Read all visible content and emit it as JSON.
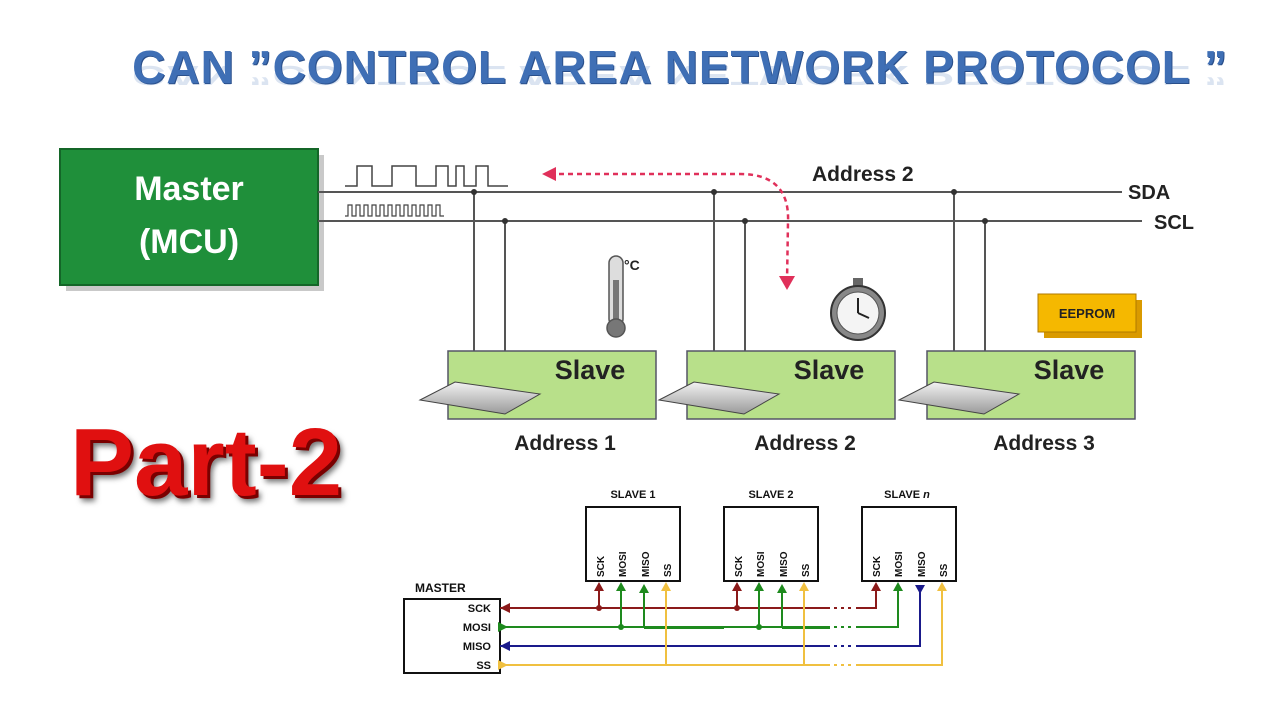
{
  "title": "CAN ”CONTROL AREA NETWORK PROTOCOL ”",
  "part_label": "Part-2",
  "i2c": {
    "master_line1": "Master",
    "master_line2": "(MCU)",
    "bus_labels": [
      "SDA",
      "SCL"
    ],
    "top_address": "Address 2",
    "temp_unit": "°C",
    "eeprom": "EEPROM",
    "slaves": [
      {
        "label": "Slave",
        "address": "Address 1"
      },
      {
        "label": "Slave",
        "address": "Address 2"
      },
      {
        "label": "Slave",
        "address": "Address 3"
      }
    ]
  },
  "spi": {
    "master": "MASTER",
    "master_pins": [
      "SCK",
      "MOSI",
      "MISO",
      "SS"
    ],
    "slaves": [
      {
        "prefix": "SLAVE ",
        "suffix": "1"
      },
      {
        "prefix": "SLAVE ",
        "suffix": "2"
      },
      {
        "prefix": "SLAVE ",
        "suffix": "n"
      }
    ],
    "slave_pins": [
      "SCK",
      "MOSI",
      "MISO",
      "SS"
    ],
    "colors": {
      "SCK": "#8b1a1a",
      "MOSI": "#1e8a1e",
      "MISO": "#1a1a8b",
      "SS": "#f0c040"
    }
  },
  "colors": {
    "master_box": "#1f8f3a",
    "slave_box": "#b8e08a",
    "title": "#3f6fb5",
    "part": "#e01010",
    "arrow": "#e0305a"
  }
}
